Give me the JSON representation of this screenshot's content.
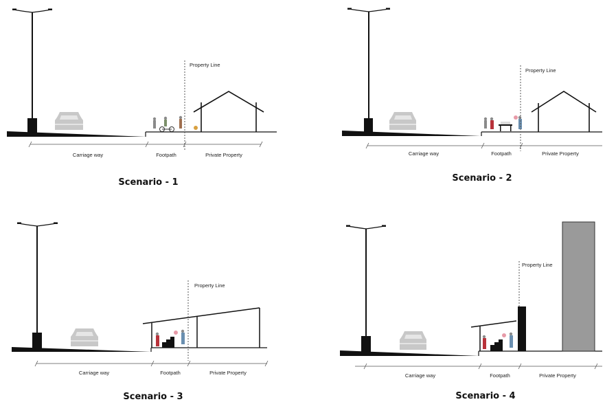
{
  "scenarios": [
    {
      "title": "Scenario - 1",
      "property_line_label": "Property Line",
      "labels": {
        "carriageway": "Carriage way",
        "footpath": "Footpath",
        "private": "Private Property"
      }
    },
    {
      "title": "Scenario - 2",
      "property_line_label": "Property Line",
      "labels": {
        "carriageway": "Carriage way",
        "footpath": "Footpath",
        "private": "Private Property"
      }
    },
    {
      "title": "Scenario - 3",
      "property_line_label": "Property Line",
      "labels": {
        "carriageway": "Carriage way",
        "footpath": "Footpath",
        "private": "Private Property"
      }
    },
    {
      "title": "Scenario - 4",
      "property_line_label": "Property Line",
      "labels": {
        "carriageway": "Carriage way",
        "footpath": "Footpath",
        "private": "Private Property"
      }
    }
  ],
  "colors": {
    "ink": "#111111",
    "car": "#c8c8c8",
    "building": "#9a9a9a",
    "person_red": "#b8323a",
    "person_blue": "#6a8fb0",
    "person_pink": "#e79aa8",
    "person_grey": "#8a8a8a"
  }
}
